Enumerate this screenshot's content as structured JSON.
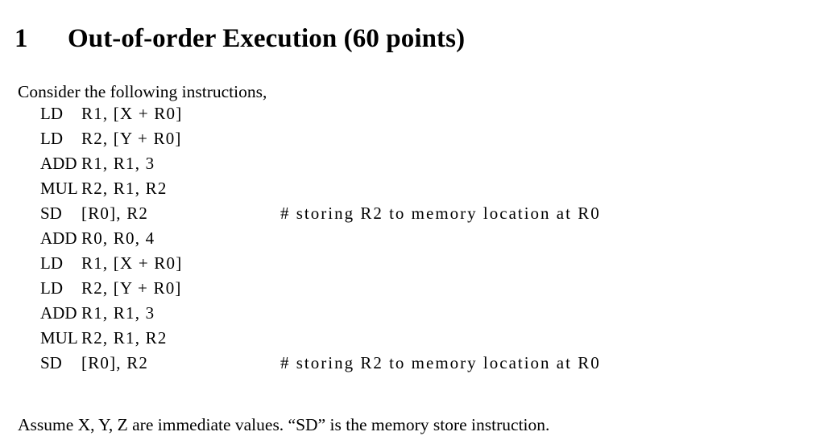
{
  "document": {
    "section": {
      "number": "1",
      "title": "Out-of-order Execution (60 points)"
    },
    "intro_paragraph": "Consider the following instructions,",
    "code_listing": [
      {
        "mnemonic": "LD",
        "operands": "R1, [X + R0]",
        "comment": ""
      },
      {
        "mnemonic": "LD",
        "operands": "R2, [Y + R0]",
        "comment": ""
      },
      {
        "mnemonic": "ADD",
        "operands": "R1, R1, 3",
        "comment": ""
      },
      {
        "mnemonic": "MUL",
        "operands": "R2, R1, R2",
        "comment": ""
      },
      {
        "mnemonic": "SD",
        "operands": "[R0], R2",
        "comment": "# storing R2 to memory location at R0"
      },
      {
        "mnemonic": "ADD",
        "operands": "R0, R0, 4",
        "comment": ""
      },
      {
        "mnemonic": "LD",
        "operands": "R1, [X + R0]",
        "comment": ""
      },
      {
        "mnemonic": "LD",
        "operands": "R2, [Y + R0]",
        "comment": ""
      },
      {
        "mnemonic": "ADD",
        "operands": "R1, R1, 3",
        "comment": ""
      },
      {
        "mnemonic": "MUL",
        "operands": "R2, R1, R2",
        "comment": ""
      },
      {
        "mnemonic": "SD",
        "operands": "[R0], R2",
        "comment": "# storing R2 to memory location at R0"
      }
    ],
    "closing_paragraph": "Assume X, Y, Z are immediate values. “SD” is the memory store instruction."
  },
  "colors": {
    "page_background": "#ffffff",
    "text": "#000000"
  }
}
